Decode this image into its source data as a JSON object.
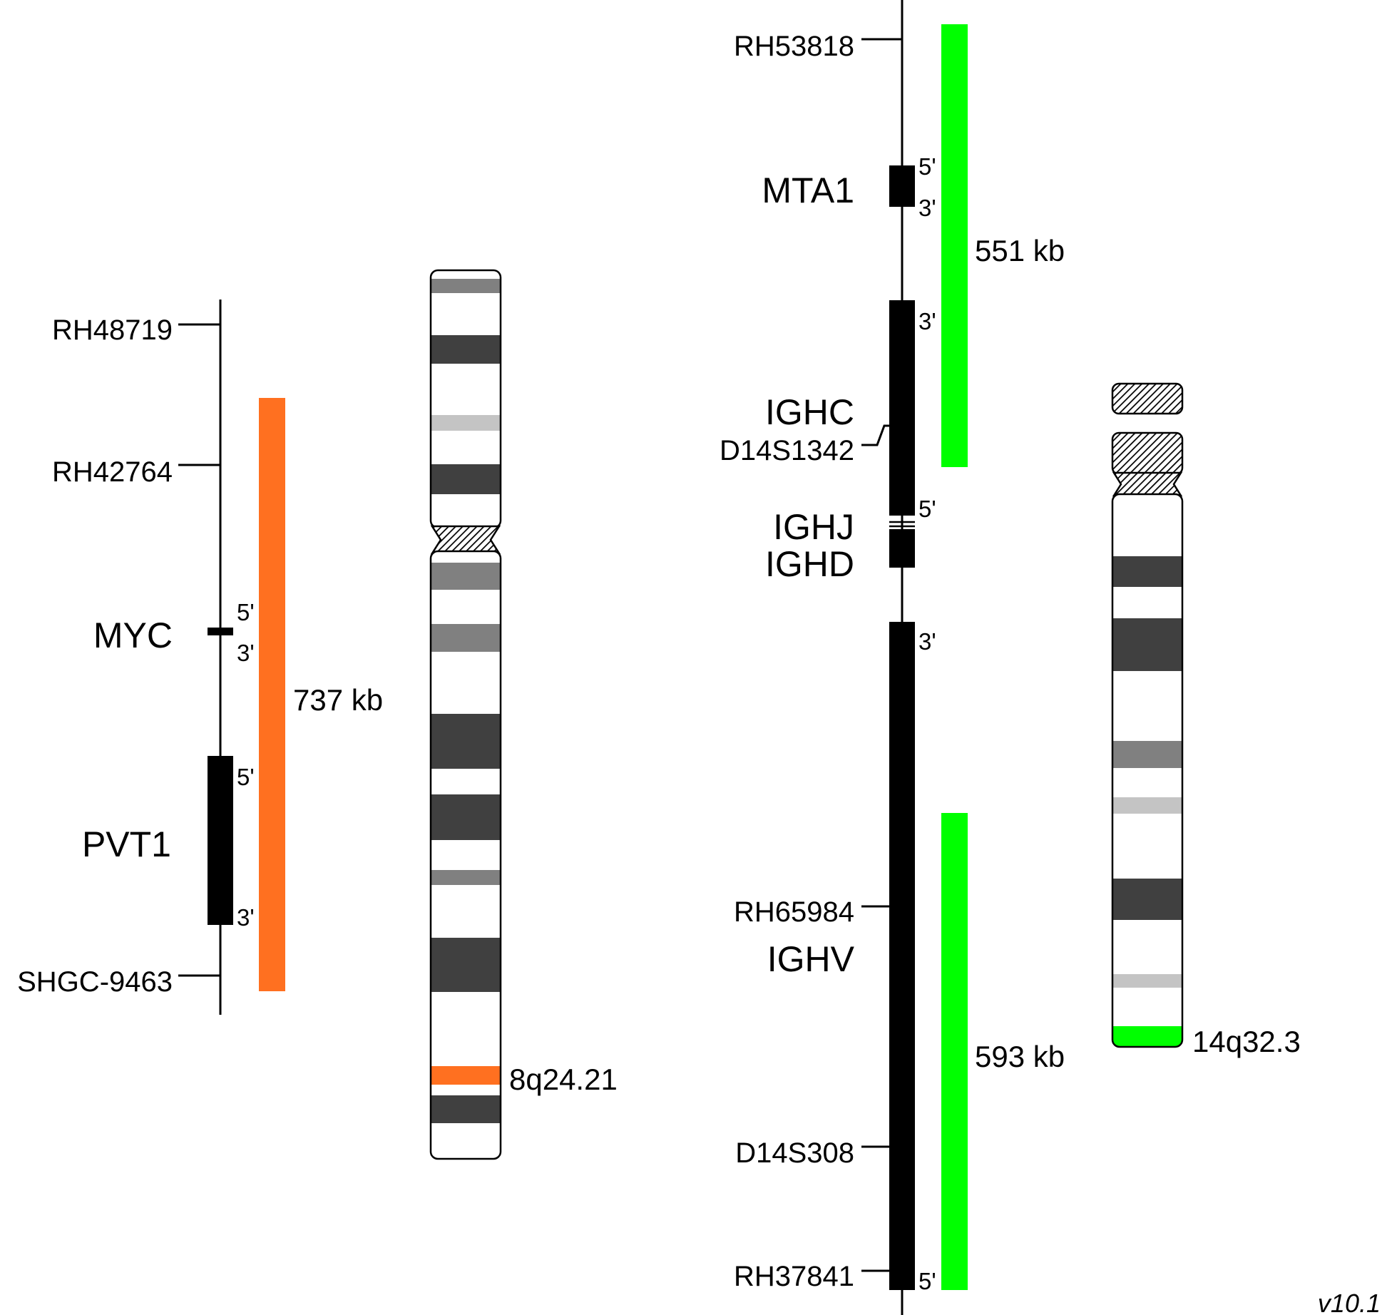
{
  "colors": {
    "probe_orange": "#ff7020",
    "probe_green": "#00ff00",
    "gene_black": "#000000",
    "band_dark": "#404040",
    "band_mid": "#808080",
    "band_light": "#c4c4c4"
  },
  "left_locus": {
    "markers": [
      "RH48719",
      "RH42764",
      "SHGC-9463"
    ],
    "genes": [
      {
        "name": "MYC",
        "end_top": "5'",
        "end_bottom": "3'"
      },
      {
        "name": "PVT1",
        "end_top": "5'",
        "end_bottom": "3'"
      }
    ],
    "probe": {
      "size": "737 kb",
      "color": "orange"
    }
  },
  "left_chromosome": {
    "band": "8q24.21"
  },
  "right_locus": {
    "markers": [
      "RH53818",
      "D14S1342",
      "RH65984",
      "D14S308",
      "RH37841"
    ],
    "genes": [
      {
        "name": "MTA1",
        "end_top": "5'",
        "end_bottom": "3'"
      },
      {
        "name": "IGHC",
        "end_top": "3'",
        "end_bottom": "5'"
      },
      {
        "name": "IGHJ"
      },
      {
        "name": "IGHD"
      },
      {
        "name": "IGHV",
        "end_top": "3'",
        "end_bottom": "5'"
      }
    ],
    "probes": [
      {
        "size": "551 kb",
        "color": "green"
      },
      {
        "size": "593 kb",
        "color": "green"
      }
    ]
  },
  "right_chromosome": {
    "band": "14q32.3"
  },
  "version": "v10.1"
}
